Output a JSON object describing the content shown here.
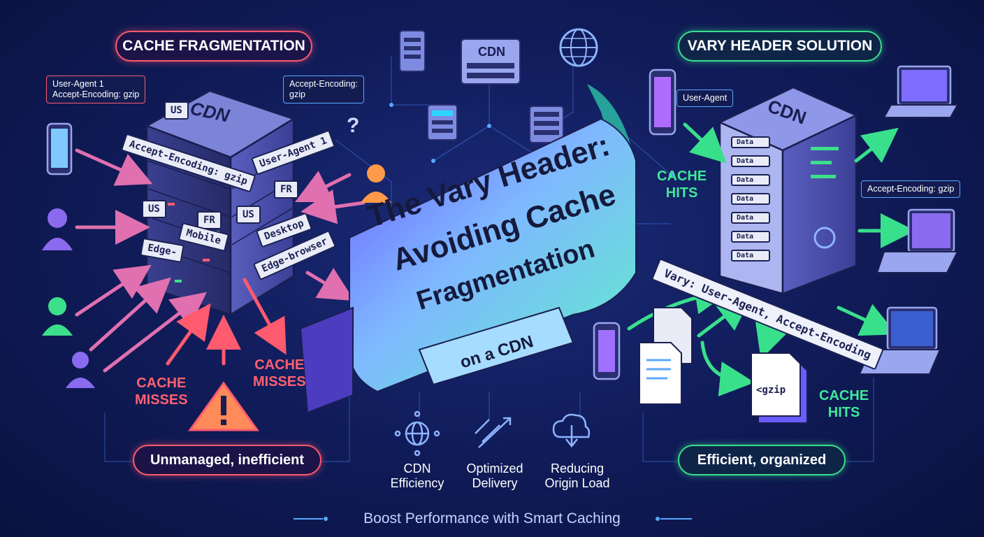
{
  "title": {
    "line1": "The Vary Header:",
    "line2": "Avoiding Cache",
    "line3": "Fragmentation",
    "sub": "on a CDN"
  },
  "left": {
    "heading": "CACHE FRAGMENTATION",
    "note_ua": [
      "User-Agent 1",
      "Accept-Encoding: gzip"
    ],
    "note_ae": [
      "Accept-Encoding:",
      "gzip"
    ],
    "server_label": "CDN",
    "tags": [
      "US",
      "Accept-Encoding: gzip",
      "User-Agent 1",
      "FR",
      "US",
      "FR",
      "Mobile",
      "US",
      "Desktop",
      "Edge-",
      "Edge-browser"
    ],
    "cache_misses_1": [
      "CACHE",
      "MISSES"
    ],
    "cache_misses_2": [
      "CACHE",
      "MISSES"
    ],
    "status": "Unmanaged, inefficient"
  },
  "center": {
    "top_server_label": "CDN",
    "features": [
      {
        "icon": "network-globe-icon",
        "line1": "CDN",
        "line2": "Efficiency"
      },
      {
        "icon": "rocket-icon",
        "line1": "Optimized",
        "line2": "Delivery"
      },
      {
        "icon": "cloud-download-icon",
        "line1": "Reducing",
        "line2": "Origin Load"
      }
    ]
  },
  "right": {
    "heading": "VARY HEADER SOLUTION",
    "note_ua": "User-Agent",
    "note_ae": "Accept-Encoding: gzip",
    "server_label": "CDN",
    "rows": [
      "Data",
      "Data",
      "Data",
      "Data",
      "Data",
      "Data",
      "Data"
    ],
    "vary_banner": "Vary: User-Agent, Accept-Encoding",
    "cache_hits_1": [
      "CACHE",
      "HITS"
    ],
    "cache_hits_2": [
      "CACHE",
      "HITS"
    ],
    "gzip_label": "<gzip",
    "status": "Efficient, organized"
  },
  "footer": "Boost Performance with Smart Caching",
  "colors": {
    "miss": "#ff5a6e",
    "hit": "#39e08c",
    "accent": "#5aa8ff"
  }
}
